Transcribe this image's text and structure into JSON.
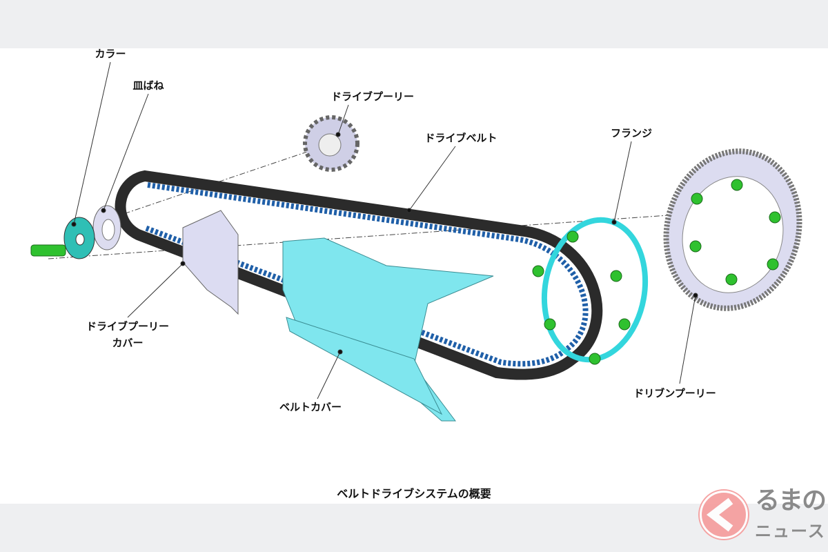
{
  "diagram": {
    "caption": "ベルトドライブシステムの概要",
    "labels": {
      "collar": "カラー",
      "disc_spring": "皿ばね",
      "drive_pulley": "ドライブプーリー",
      "drive_belt": "ドライブベルト",
      "flange": "フランジ",
      "drive_pulley_cover_line1": "ドライブプーリー",
      "drive_pulley_cover_line2": "カバー",
      "belt_cover": "ベルトカバー",
      "driven_pulley": "ドリブンプーリー"
    },
    "colors": {
      "belt": "#2b2b2b",
      "belt_teeth": "#1f5fa8",
      "cover": "#7fe6ee",
      "flange": "#33d6dd",
      "bolt": "#2fc12f",
      "pulley": "#d9d9f0",
      "collar": "#2fbfb5"
    }
  },
  "logo": {
    "line1": "るまの",
    "line2": "ニュース",
    "accent": "#f59b9b"
  }
}
